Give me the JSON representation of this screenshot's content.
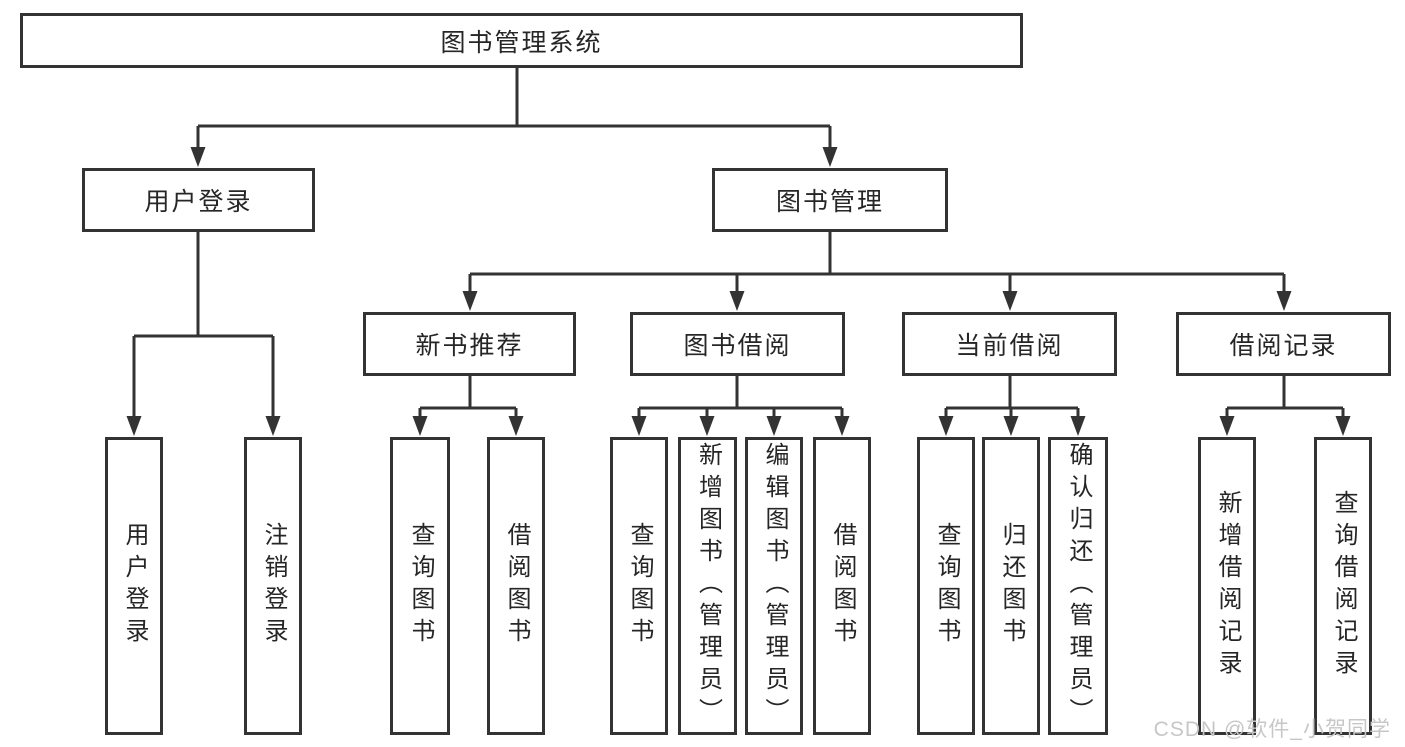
{
  "colors": {
    "line": "#333333",
    "text": "#262626",
    "background": "#ffffff",
    "watermark": "#c7c7c7"
  },
  "watermark": "CSDN @软件_小贺同学",
  "tree": {
    "root": {
      "label": "图书管理系统"
    },
    "branches": [
      {
        "label": "用户登录",
        "children": [
          {
            "label": "用户登录"
          },
          {
            "label": "注销登录"
          }
        ]
      },
      {
        "label": "图书管理",
        "children": [
          {
            "label": "新书推荐",
            "children": [
              {
                "label": "查询图书"
              },
              {
                "label": "借阅图书"
              }
            ]
          },
          {
            "label": "图书借阅",
            "children": [
              {
                "label": "查询图书"
              },
              {
                "label": "新增图书（管理员）"
              },
              {
                "label": "编辑图书（管理员）"
              },
              {
                "label": "借阅图书"
              }
            ]
          },
          {
            "label": "当前借阅",
            "children": [
              {
                "label": "查询图书"
              },
              {
                "label": "归还图书"
              },
              {
                "label": "确认归还（管理员）"
              }
            ]
          },
          {
            "label": "借阅记录",
            "children": [
              {
                "label": "新增借阅记录"
              },
              {
                "label": "查询借阅记录"
              }
            ]
          }
        ]
      }
    ]
  }
}
